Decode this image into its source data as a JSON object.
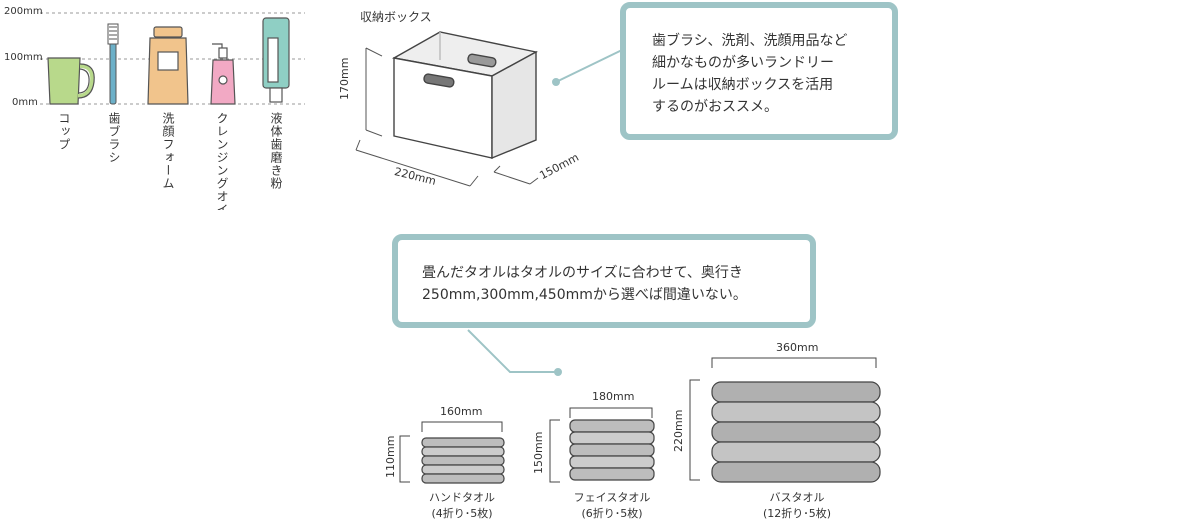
{
  "scale": {
    "labels": [
      "200mm",
      "100mm",
      "0mm"
    ]
  },
  "items": [
    {
      "id": "cup",
      "label": "コップ",
      "color": "#b8d98b"
    },
    {
      "id": "toothbrush",
      "label": "歯ブラシ",
      "color": "#6cb0c8"
    },
    {
      "id": "face-wash",
      "label": "洗顔フォーム",
      "color": "#f1c48c"
    },
    {
      "id": "cleansing-oil",
      "label": "クレンジングオイル",
      "color": "#f2a9c4"
    },
    {
      "id": "toothpaste",
      "label": "液体歯磨き粉",
      "color": "#8fcfc4"
    }
  ],
  "storage_box": {
    "title": "収納ボックス",
    "height": "170mm",
    "width": "220mm",
    "depth": "150mm"
  },
  "bubble_top": {
    "lines": [
      "歯ブラシ、洗剤、洗顔用品など",
      "細かなものが多いランドリー",
      "ルームは収納ボックスを活用",
      "するのがおススメ。"
    ]
  },
  "bubble_bottom": {
    "lines": [
      "畳んだタオルはタオルのサイズに合わせて、奥行き",
      "250mm,300mm,450mmから選べば間違いない。"
    ]
  },
  "towels": [
    {
      "id": "hand",
      "width": "160mm",
      "height": "110mm",
      "name": "ハンドタオル",
      "detail": "(4折り･5枚)"
    },
    {
      "id": "face",
      "width": "180mm",
      "height": "150mm",
      "name": "フェイスタオル",
      "detail": "(6折り･5枚)"
    },
    {
      "id": "bath",
      "width": "360mm",
      "height": "220mm",
      "name": "バスタオル",
      "detail": "(12折り･5枚)"
    }
  ],
  "colors": {
    "accent": "#9ec4c6",
    "towel_gray": "#b5b5b5"
  }
}
